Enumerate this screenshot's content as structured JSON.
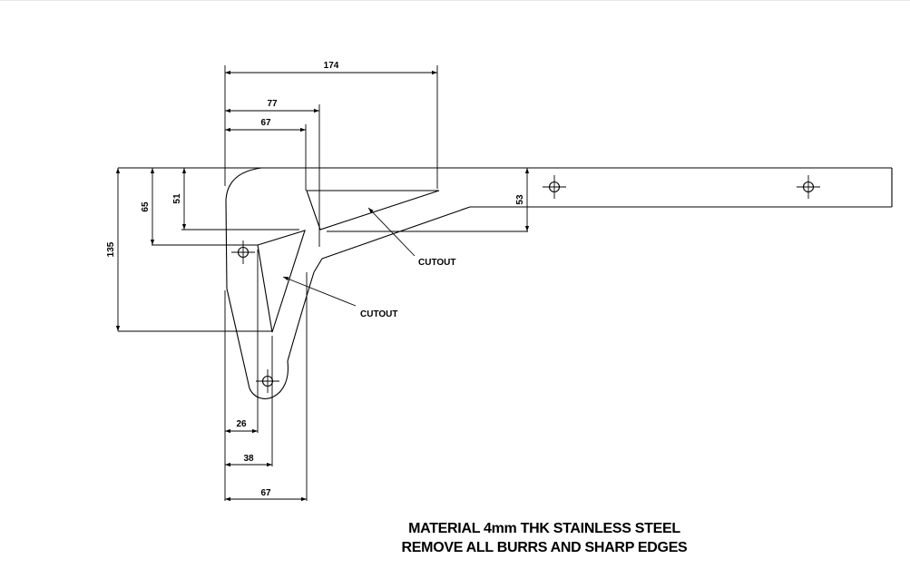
{
  "dimensions": {
    "d174": "174",
    "d77": "77",
    "d67_top": "67",
    "d51": "51",
    "d65": "65",
    "d135": "135",
    "d53": "53",
    "d26": "26",
    "d38": "38",
    "d67_bottom": "67"
  },
  "labels": {
    "cutout_1": "CUTOUT",
    "cutout_2": "CUTOUT"
  },
  "notes": {
    "material": "MATERIAL 4mm THK STAINLESS STEEL",
    "finish": "REMOVE ALL BURRS AND SHARP EDGES"
  }
}
